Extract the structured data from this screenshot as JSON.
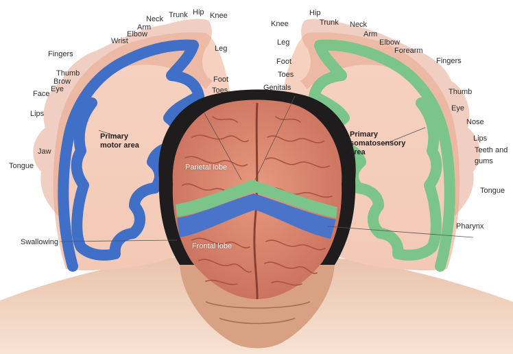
{
  "colors": {
    "motor": "#3f6fc6",
    "sensory": "#7cc58a",
    "cortex_fill": "#f4c6b3",
    "brain": "#d9826e",
    "hair": "#1e1c1c",
    "skin": "#d8a184"
  },
  "areas": {
    "motor": [
      "Primary",
      "motor area"
    ],
    "sensory": [
      "Primary",
      "somatosensory",
      "area"
    ]
  },
  "lobes": {
    "parietal": "Parietal lobe",
    "frontal": "Frontal lobe"
  },
  "motor_labels": {
    "neck": "Neck",
    "trunk": "Trunk",
    "hip": "Hip",
    "knee": "Knee",
    "arm": "Arm",
    "elbow": "Elbow",
    "wrist": "Wrist",
    "leg": "Leg",
    "fingers": "Fingers",
    "foot": "Foot",
    "toes": "Toes",
    "thumb": "Thumb",
    "brow": "Brow",
    "eye": "Eye",
    "face": "Face",
    "lips": "Lips",
    "jaw": "Jaw",
    "tongue": "Tongue",
    "swallowing": "Swallowing"
  },
  "sensory_labels": {
    "hip": "Hip",
    "knee": "Knee",
    "trunk": "Trunk",
    "neck": "Neck",
    "arm": "Arm",
    "elbow": "Elbow",
    "forearm": "Forearm",
    "leg": "Leg",
    "fingers": "Fingers",
    "foot": "Foot",
    "toes": "Toes",
    "genitals": "Genitals",
    "thumb": "Thumb",
    "eye": "Eye",
    "nose": "Nose",
    "lips": "Lips",
    "teeth_gums": [
      "Teeth and",
      "gums"
    ],
    "tongue": "Tongue",
    "pharynx": "Pharynx"
  }
}
